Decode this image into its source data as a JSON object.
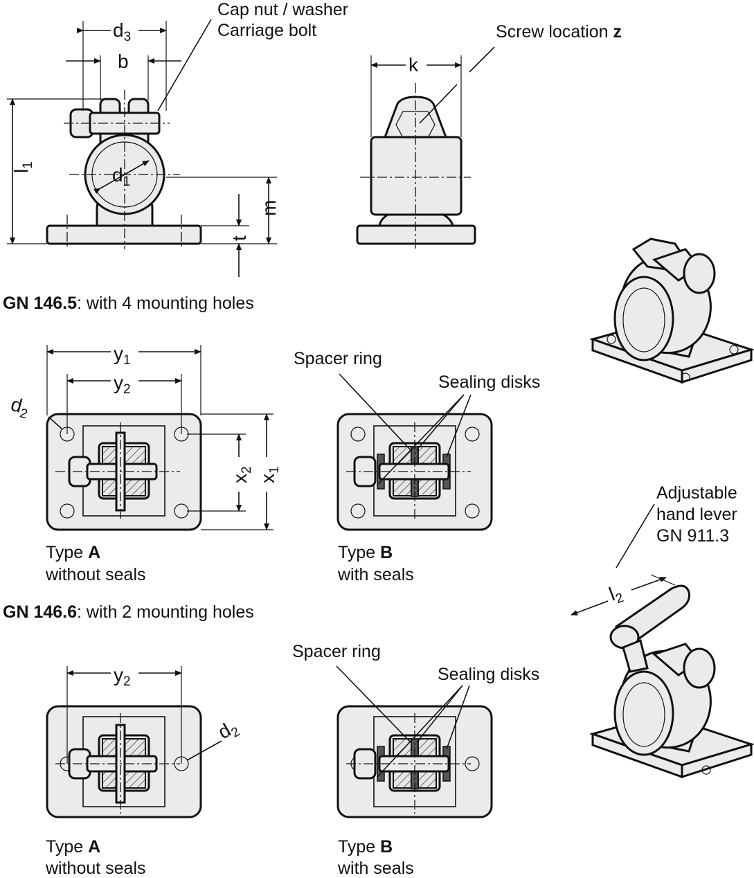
{
  "front_view": {
    "d3_sub": "3",
    "b": "b",
    "d1_sub": "1",
    "l1_sub": "1",
    "m": "m",
    "t": "t",
    "cap_nut": "Cap nut / washer",
    "carriage_bolt": "Carriage bolt"
  },
  "side_view": {
    "k": "k",
    "screw_location": "Screw location",
    "screw_location_bold": "z"
  },
  "sections": [
    {
      "code": "GN 146.5",
      "description": ": with 4 mounting holes"
    },
    {
      "code": "GN 146.6",
      "description": ": with 2 mounting holes"
    }
  ],
  "top_view_a": {
    "y1_sub": "1",
    "y2_sub": "2",
    "d2_sub": "2",
    "x1_sub": "1",
    "x2_sub": "2"
  },
  "callouts": {
    "spacer_ring": "Spacer ring",
    "sealing_disks": "Sealing disks"
  },
  "types": {
    "a": {
      "prefix": "Type",
      "letter": "A",
      "description": "without seals"
    },
    "b": {
      "prefix": "Type",
      "letter": "B",
      "description": "with seals"
    }
  },
  "lever": {
    "line1": "Adjustable",
    "line2": "hand lever",
    "line3": "GN 911.3",
    "l2_sub": "2"
  }
}
